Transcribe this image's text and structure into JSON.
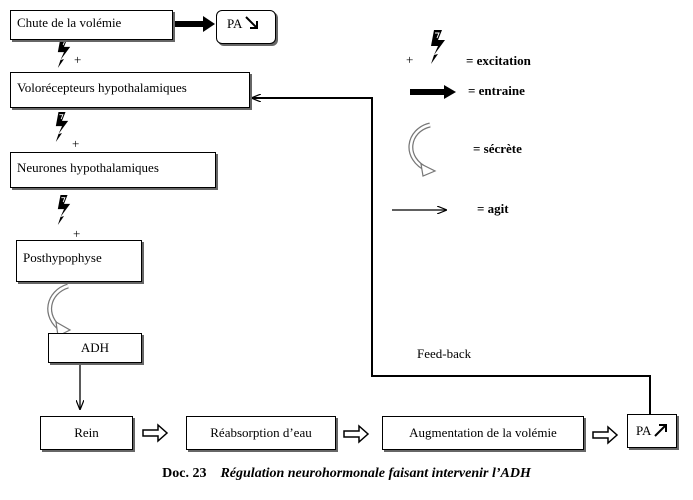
{
  "boxes": {
    "chute": "Chute de la volémie",
    "pa_down": "PA",
    "volorecepteurs": "Volorécepteurs hypothalamiques",
    "neurones": "Neurones hypothalamiques",
    "posthypophyse": "Posthypophyse",
    "adh": "ADH",
    "rein": "Rein",
    "reabsorption": "Réabsorption d’eau",
    "augmentation": "Augmentation  de la volémie",
    "pa_up": "PA"
  },
  "signs": {
    "plus": "+"
  },
  "feedback_label": "Feed-back",
  "legend": {
    "excitation": "=  excitation",
    "entraine": "= entraine",
    "secrete": "= sécrète",
    "agit": "=   agit"
  },
  "caption": {
    "number": "Doc. 23",
    "title": "Régulation neurohormonale faisant intervenir l’ADH"
  },
  "icons": [
    "lightning-icon",
    "thick-arrow-icon",
    "curved-arrow-icon",
    "thin-arrow-icon",
    "hollow-double-arrow-icon",
    "arrow-down-right-icon",
    "arrow-up-right-icon"
  ]
}
